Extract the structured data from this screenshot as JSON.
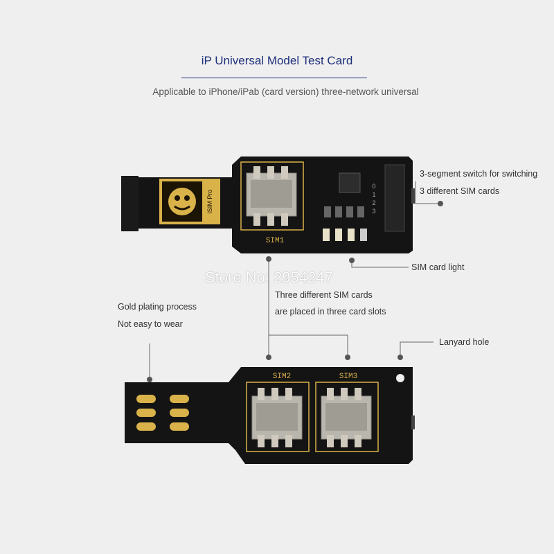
{
  "header": {
    "title": "iP Universal Model Test Card",
    "subtitle": "Applicable to iPhone/iPab (card version) three-network universal"
  },
  "card_top": {
    "logo_text": "iSIM Pro",
    "sim_label": "SIM1",
    "switch_digits": [
      "0",
      "1",
      "2",
      "3"
    ]
  },
  "card_bottom": {
    "sim2_label": "SIM2",
    "sim3_label": "SIM3"
  },
  "annotations": {
    "switch_line1": "3-segment switch for switching",
    "switch_line2": "3 different SIM cards",
    "sim_light": "SIM card light",
    "three_sims_line1": "Three different SIM cards",
    "three_sims_line2": "are placed in three card slots",
    "gold_line1": "Gold plating process",
    "gold_line2": "Not easy to wear",
    "lanyard": "Lanyard hole"
  },
  "watermark": "Store No: 2954247",
  "colors": {
    "background": "#efefef",
    "title": "#1e2f7a",
    "pcb": "#141414",
    "gold": "#d9b24a",
    "silver": "#b9b6ad"
  }
}
